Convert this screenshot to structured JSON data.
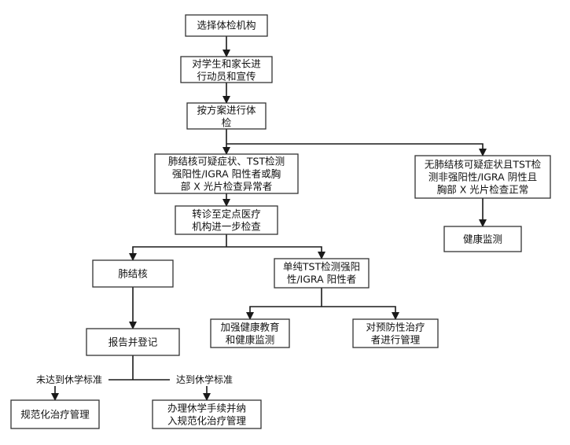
{
  "nodes": {
    "select_institution": {
      "lines": [
        "选择体检机构"
      ]
    },
    "mobilize": {
      "lines": [
        "对学生和家长进",
        "行动员和宣传"
      ]
    },
    "exam": {
      "lines": [
        "按方案进行体",
        "检"
      ]
    },
    "suspicious": {
      "lines": [
        "肺结核可疑症状、TST检测",
        "强阳性/IGRA 阳性者或胸",
        "部 X 光片检查异常者"
      ]
    },
    "no_suspicious": {
      "lines": [
        "无肺结核可疑症状且TST检",
        "测非强阳性/IGRA 阴性且",
        "胸部 X 光片检查正常"
      ]
    },
    "health_monitor_right": {
      "lines": [
        "健康监测"
      ]
    },
    "referral": {
      "lines": [
        "转诊至定点医疗",
        "机构进一步检查"
      ]
    },
    "tuberculosis": {
      "lines": [
        "肺结核"
      ]
    },
    "tst_only": {
      "lines": [
        "单纯TST检测强阳",
        "性/IGRA 阳性者"
      ]
    },
    "report": {
      "lines": [
        "报告并登记"
      ]
    },
    "education": {
      "lines": [
        "加强健康教育",
        "和健康监测"
      ]
    },
    "preventive": {
      "lines": [
        "对预防性治疗",
        "者进行管理"
      ]
    },
    "standard_treatment": {
      "lines": [
        "规范化治疗管理"
      ]
    },
    "suspension": {
      "lines": [
        "办理休学手续并纳",
        "入规范化治疗管理"
      ]
    }
  },
  "edge_labels": {
    "not_meeting": "未达到休学标准",
    "meeting": "达到休学标准"
  }
}
